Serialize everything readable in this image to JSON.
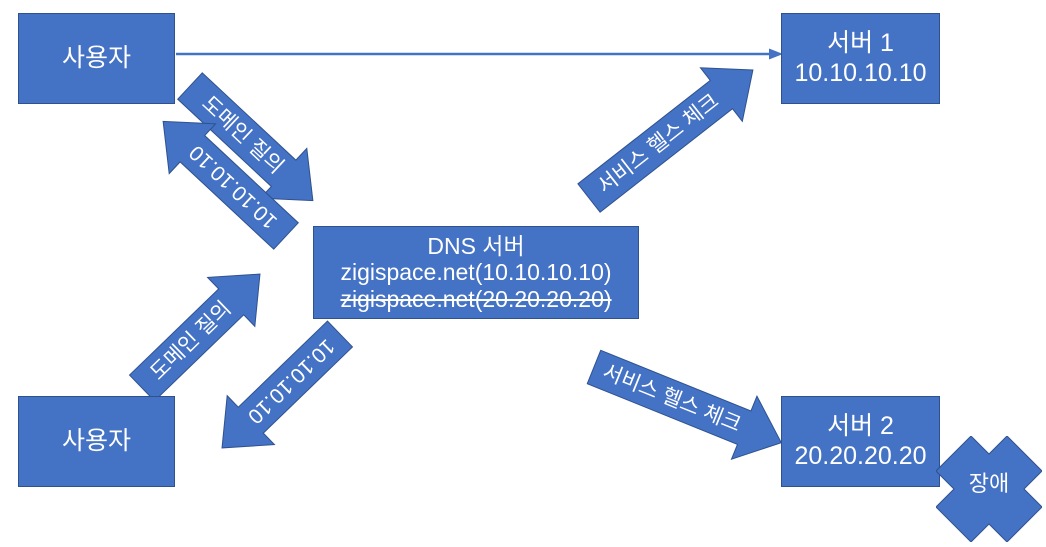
{
  "diagram": {
    "title": "DNS Round Robin / Health Check Diagram",
    "colors": {
      "shape_fill": "#4472C4",
      "shape_stroke": "#2F528F",
      "text": "#FFFFFF",
      "background": "#FFFFFF"
    }
  },
  "nodes": {
    "user_top": {
      "label": "사용자"
    },
    "user_bottom": {
      "label": "사용자"
    },
    "server1": {
      "name": "서버 1",
      "ip": "10.10.10.10"
    },
    "server2": {
      "name": "서버 2",
      "ip": "20.20.20.20"
    },
    "dns": {
      "title": "DNS 서버",
      "records": [
        {
          "text": "zigispace.net(10.10.10.10)",
          "struck": false
        },
        {
          "text": "zigispace.net(20.20.20.20)",
          "struck": true
        }
      ]
    }
  },
  "arrows": [
    {
      "id": "query-top",
      "label": "도메인 질의",
      "direction": "down-right"
    },
    {
      "id": "response-top",
      "label": "10.10.10.10",
      "direction": "up-left"
    },
    {
      "id": "query-bottom",
      "label": "도메인 질의",
      "direction": "up-right"
    },
    {
      "id": "response-bottom",
      "label": "10.10.10.10",
      "direction": "down-left"
    },
    {
      "id": "healthcheck-top",
      "label": "서비스 헬스 체크",
      "direction": "up-right"
    },
    {
      "id": "healthcheck-bottom",
      "label": "서비스 헬스 체크",
      "direction": "down-right"
    },
    {
      "id": "user-to-server1",
      "label": "",
      "direction": "right"
    }
  ],
  "markers": {
    "failure": {
      "label": "장애"
    }
  }
}
